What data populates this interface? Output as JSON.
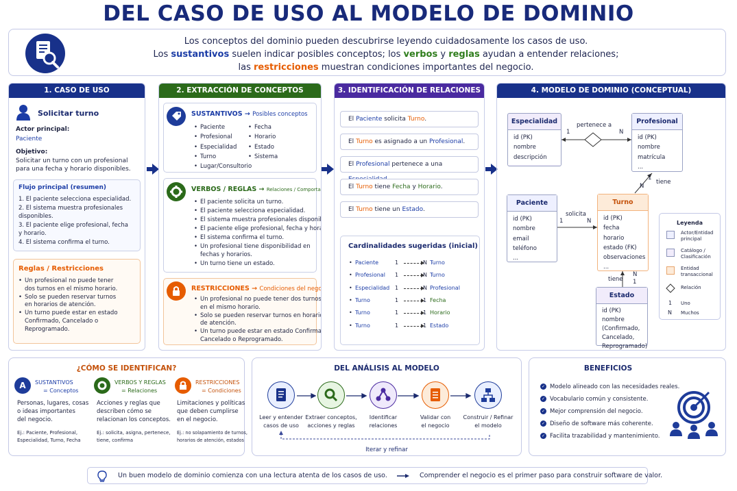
{
  "title": "DEL CASO DE USO AL MODELO DE DOMINIO",
  "intro": {
    "l1": "Los conceptos del dominio pueden descubrirse leyendo cuidadosamente los casos de uso.",
    "l2a": "Los ",
    "l2b": "sustantivos",
    "l2c": " suelen indicar posibles conceptos; los ",
    "l2d": "verbos",
    "l2e": " y ",
    "l2f": "reglas",
    "l2g": " ayudan a entender relaciones;",
    "l3a": "las ",
    "l3b": "restricciones",
    "l3c": " muestran condiciones importantes del negocio."
  },
  "col1": {
    "head": "1. CASO DE USO",
    "case": "Solicitar turno",
    "actor_label": "Actor principal:",
    "actor": "Paciente",
    "obj_label": "Objetivo:",
    "obj1": "Solicitar un turno con un profesional",
    "obj2": "para una fecha y horario disponibles.",
    "flow_title": "Flujo principal (resumen)",
    "flow": [
      "1.  El paciente selecciona especialidad.",
      "2.  El sistema muestra profesionales",
      "      disponibles.",
      "3.  El paciente elige profesional, fecha",
      "      y horario.",
      "4.  El sistema confirma el turno."
    ],
    "rules_title": "Reglas / Restricciones",
    "rules": [
      "Un profesional no puede tener",
      "dos turnos en el mismo horario.",
      "Solo se pueden reservar turnos",
      "en horarios de atención.",
      "Un turno puede estar en estado",
      "Confirmado, Cancelado o",
      "Reprogramado."
    ]
  },
  "col2": {
    "head": "2. EXTRACCIÓN DE CONCEPTOS",
    "nouns_title": "SUSTANTIVOS → ",
    "nouns_sub": "Posibles conceptos",
    "nouns_a": [
      "Paciente",
      "Profesional",
      "Especialidad",
      "Turno",
      "Lugar/Consultorio"
    ],
    "nouns_b": [
      "Fecha",
      "Horario",
      "Estado",
      "Sistema"
    ],
    "verbs_title": "VERBOS / REGLAS → ",
    "verbs_sub": "Relaciones / Comportamientos",
    "verbs": [
      "El paciente solicita un turno.",
      "El paciente selecciona especialidad.",
      "El sistema muestra profesionales disponibles.",
      "El paciente elige profesional, fecha y horario.",
      "El sistema confirma el turno.",
      "Un profesional tiene disponibilidad en",
      "fechas y horarios.",
      "Un turno tiene un estado."
    ],
    "restr_title": "RESTRICCIONES → ",
    "restr_sub": "Condiciones del negocio",
    "restr": [
      "Un profesional no puede tener dos turnos",
      "en el mismo horario.",
      "Solo se pueden reservar turnos en horarios",
      "de atención.",
      "Un turno puede estar en estado Confirmado,",
      "Cancelado o Reprogramado."
    ]
  },
  "col3": {
    "head": "3. IDENTIFICACIÓN DE RELACIONES",
    "rels": [
      [
        "El ",
        "Paciente",
        " solicita ",
        "Turno",
        "."
      ],
      [
        "El ",
        "Turno",
        " es asignado a un ",
        "Profesional",
        "."
      ],
      [
        "El ",
        "Profesional",
        " pertenece a una ",
        "Especialidad",
        "."
      ],
      [
        "El ",
        "Turno",
        " tiene ",
        "Fecha",
        " y ",
        "Horario",
        "."
      ],
      [
        "El ",
        "Turno",
        " tiene un ",
        "Estado",
        "."
      ]
    ],
    "card_title": "Cardinalidades sugeridas (inicial)",
    "cards": [
      [
        "Paciente",
        "1",
        "N",
        "Turno"
      ],
      [
        "Profesional",
        "1",
        "N",
        "Turno"
      ],
      [
        "Especialidad",
        "1",
        "N",
        "Profesional"
      ],
      [
        "Turno",
        "1",
        "1",
        "Fecha"
      ],
      [
        "Turno",
        "1",
        "1",
        "Horario"
      ],
      [
        "Turno",
        "1",
        "1",
        "Estado"
      ]
    ]
  },
  "col4": {
    "head": "4. MODELO DE DOMINIO (CONCEPTUAL)",
    "especialidad": {
      "name": "Especialidad",
      "attrs": [
        "id (PK)",
        "nombre",
        "descripción"
      ]
    },
    "profesional": {
      "name": "Profesional",
      "attrs": [
        "id (PK)",
        "nombre",
        "matrícula",
        "..."
      ]
    },
    "paciente": {
      "name": "Paciente",
      "attrs": [
        "id (PK)",
        "nombre",
        "email",
        "teléfono",
        "..."
      ]
    },
    "turno": {
      "name": "Turno",
      "attrs": [
        "id (PK)",
        "fecha",
        "horario",
        "estado (FK)",
        "observaciones",
        "..."
      ]
    },
    "estado": {
      "name": "Estado",
      "attrs": [
        "id (PK)",
        "nombre",
        "(Confirmado,",
        "Cancelado,",
        "Reprogramado)"
      ]
    },
    "lbl_pertenece": "pertenece a",
    "lbl_tiene1": "tiene",
    "lbl_solicita": "solicita",
    "lbl_tiene2": "tiene",
    "one": "1",
    "many": "N",
    "legend": {
      "title": "Leyenda",
      "items": [
        "Actor/Entidad",
        "principal",
        "Catálogo /",
        "Clasificación",
        "Entidad",
        "transaccional",
        "Relación",
        "Uno",
        "Muchos"
      ]
    },
    "colors": {
      "actor": "#eef0ff",
      "catalog": "#f1ecfb",
      "trans": "#fdebd9"
    }
  },
  "bottom1": {
    "title": "¿CÓMO SE IDENTIFICAN?",
    "a": {
      "t": "SUSTANTIVOS",
      "s": "= Conceptos",
      "d": [
        "Personas, lugares, cosas",
        "o ideas importantes",
        "del negocio."
      ],
      "e": [
        "Ej.: Paciente, Profesional,",
        "Especialidad, Turno, Fecha"
      ],
      "letter": "A"
    },
    "b": {
      "t": "VERBOS Y REGLAS",
      "s": "= Relaciones",
      "d": [
        "Acciones y reglas que",
        "describen cómo se",
        "relacionan los conceptos."
      ],
      "e": [
        "Ej.: solicita, asigna, pertenece,",
        "tiene, confirma"
      ]
    },
    "c": {
      "t": "RESTRICCIONES",
      "s": "= Condiciones",
      "d": [
        "Limitaciones y políticas",
        "que deben cumplirse",
        "en el negocio."
      ],
      "e": [
        "Ej.: no solapamiento de turnos,",
        "horarios de atención, estados"
      ]
    }
  },
  "bottom2": {
    "title": "DEL ANÁLISIS AL MODELO",
    "steps": [
      [
        "Leer y entender",
        "casos de uso"
      ],
      [
        "Extraer conceptos,",
        "acciones y reglas"
      ],
      [
        "Identificar",
        "relaciones"
      ],
      [
        "Validar con",
        "el negocio"
      ],
      [
        "Construir / Refinar",
        "el modelo"
      ]
    ],
    "loop": "Iterar y refinar"
  },
  "bottom3": {
    "title": "BENEFICIOS",
    "items": [
      "Modelo alineado con las necesidades reales.",
      "Vocabulario común y consistente.",
      "Mejor comprensión del negocio.",
      "Diseño de software más coherente.",
      "Facilita trazabilidad y mantenimiento."
    ]
  },
  "footer": {
    "a": "Un buen modelo de dominio comienza con una lectura atenta de los casos de uso.",
    "b": "Comprender el negocio es el primer paso para construir software de valor."
  }
}
